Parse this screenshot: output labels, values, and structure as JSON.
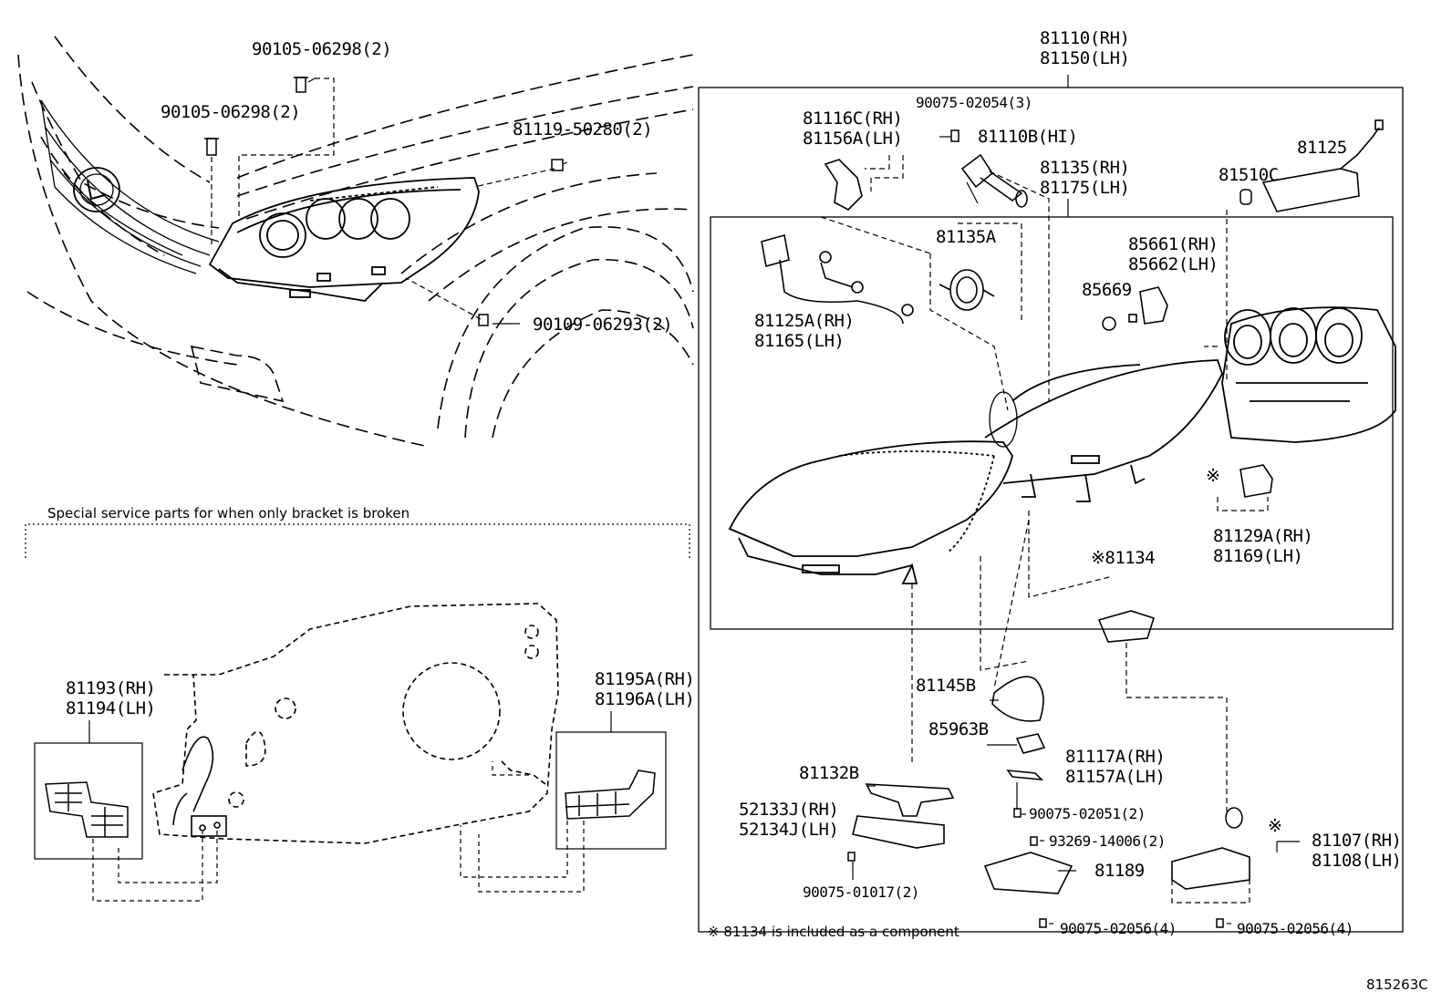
{
  "section_titles": {
    "bracket_note": "Special service parts for when only bracket is broken",
    "component_note": "※ 81134 is included as a component"
  },
  "figure_id": "815263C",
  "callouts": {
    "c_90105_top": "90105-06298(2)",
    "c_90105_mid": "90105-06298(2)",
    "c_81119": "81119-50280(2)",
    "c_90109": "90109-06293(2)",
    "c_81110_rh": "81110(RH)",
    "c_81150_lh": "81150(LH)",
    "c_81116c": "81116C(RH)",
    "c_81156a": "81156A(LH)",
    "c_90075_02054": "90075-02054(3)",
    "c_81110b": "81110B(HI)",
    "c_81135_rh": "81135(RH)",
    "c_81175_lh": "81175(LH)",
    "c_81125": "81125",
    "c_81510c": "81510C",
    "c_81135a": "81135A",
    "c_85661": "85661(RH)",
    "c_85662": "85662(LH)",
    "c_85669": "85669",
    "c_81125a": "81125A(RH)",
    "c_81165": "81165(LH)",
    "c_81129a_mark": "※",
    "c_81129a": "81129A(RH)",
    "c_81169": "81169(LH)",
    "c_81134": "※81134",
    "c_81145b": "81145B",
    "c_85963b": "85963B",
    "c_81132b": "81132B",
    "c_81117a": "81117A(RH)",
    "c_81157a": "81157A(LH)",
    "c_90075_02051": "90075-02051(2)",
    "c_52133j": "52133J(RH)",
    "c_52134j": "52134J(LH)",
    "c_93269": "93269-14006(2)",
    "c_81189": "81189",
    "c_90075_01017": "90075-01017(2)",
    "c_81107_mark": "※",
    "c_81107": "81107(RH)",
    "c_81108": "81108(LH)",
    "c_90075_02056_a": "90075-02056(4)",
    "c_90075_02056_b": "90075-02056(4)",
    "c_81193": "81193(RH)",
    "c_81194": "81194(LH)",
    "c_81195a": "81195A(RH)",
    "c_81196a": "81196A(LH)"
  }
}
